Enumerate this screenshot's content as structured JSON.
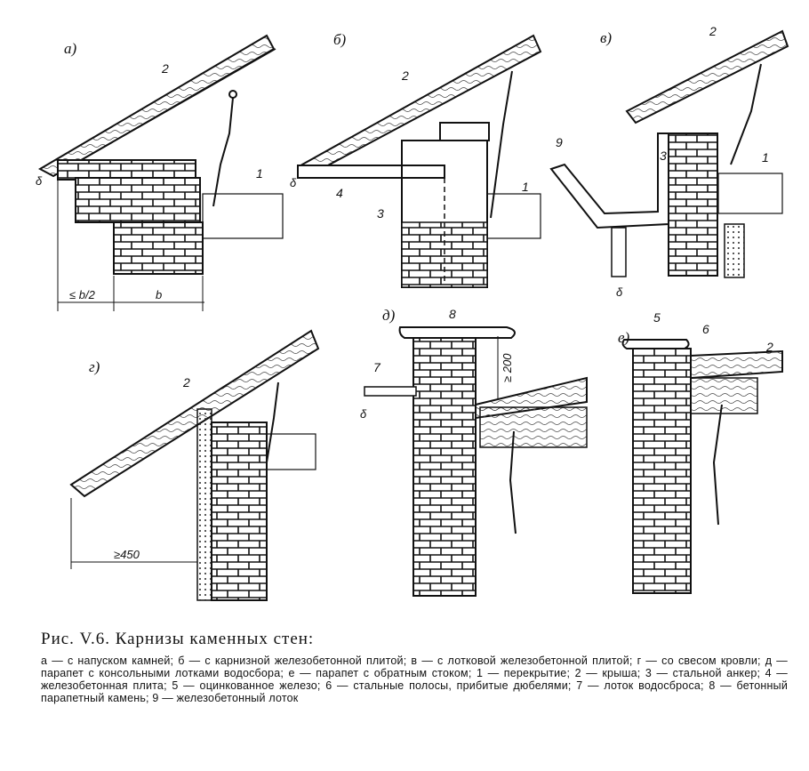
{
  "figure": {
    "panels": {
      "a": {
        "label": "а)",
        "callouts": [
          "2",
          "1"
        ],
        "marks": [
          "δ"
        ],
        "dims": [
          "≤ b/2",
          "b"
        ]
      },
      "b": {
        "label": "б)",
        "callouts": [
          "2",
          "1",
          "3",
          "4"
        ],
        "marks": [
          "δ"
        ]
      },
      "v": {
        "label": "в)",
        "callouts": [
          "2",
          "1",
          "3",
          "9"
        ],
        "marks": [
          "δ"
        ]
      },
      "g": {
        "label": "г)",
        "callouts": [
          "2"
        ],
        "dims": [
          "≥450"
        ]
      },
      "d": {
        "label": "д)",
        "callouts": [
          "8",
          "7"
        ],
        "marks": [
          "δ"
        ],
        "dims": [
          "≥ 200"
        ]
      },
      "e": {
        "label": "е)",
        "callouts": [
          "5",
          "6",
          "2"
        ]
      }
    }
  },
  "caption": {
    "title": "Рис. V.6. Карнизы каменных стен:",
    "body": "а — с напуском камней; б — с карнизной железобетонной плитой; в — с лотковой железобетонной плитой; г — со свесом кровли; д — парапет с консольными лотками водосбора; е — парапет с обратным стоком; 1 — перекрытие; 2 — крыша; 3 — стальной анкер; 4 — железобетонная плита; 5 — оцинкованное железо; 6 — стальные полосы, прибитые дюбелями; 7 — лоток водосброса; 8 — бетонный парапетный камень; 9 — железобетонный лоток"
  }
}
